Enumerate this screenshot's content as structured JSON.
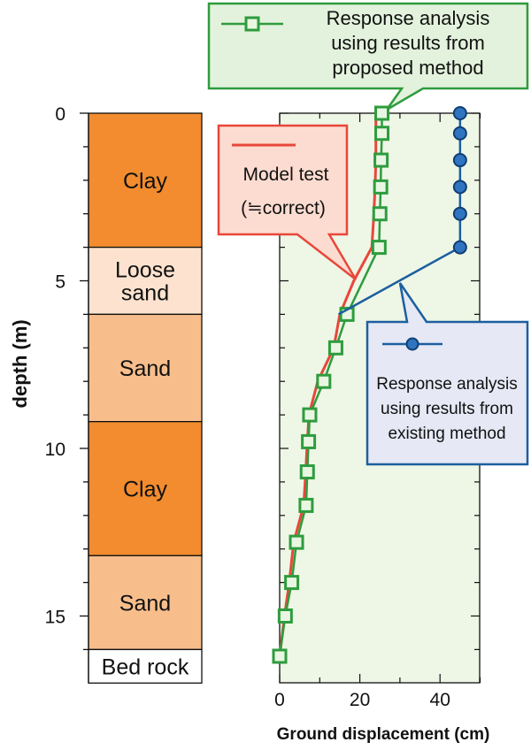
{
  "chart_data": {
    "type": "line",
    "xlabel": "Ground displacement (cm)",
    "ylabel": "depth (m)",
    "xlim": [
      0,
      50
    ],
    "ylim": [
      0,
      17
    ],
    "y_inverted": true,
    "x_ticks": [
      "0",
      "20",
      "40"
    ],
    "y_ticks": [
      "0",
      "5",
      "10",
      "15"
    ],
    "colors": {
      "plot_bg": "#eef6e6",
      "model_test": "#e8473a",
      "proposed": "#2e9c3e",
      "existing": "#1c5fa0",
      "clay": "#f28c2e",
      "sand": "#f7be8c",
      "loose_sand": "#fde3cf",
      "bed_rock": "#ffffff"
    },
    "series": [
      {
        "name": "Model test (≒correct)",
        "key": "model",
        "style": "line",
        "points": [
          [
            24,
            0
          ],
          [
            24,
            0.6
          ],
          [
            24,
            1.4
          ],
          [
            23.8,
            2.2
          ],
          [
            23.5,
            3
          ],
          [
            23,
            4
          ],
          [
            18.5,
            5
          ],
          [
            15,
            6
          ],
          [
            13.5,
            7
          ],
          [
            9.5,
            8
          ],
          [
            7.3,
            9
          ],
          [
            6.9,
            9.8
          ],
          [
            6.5,
            10.7
          ],
          [
            6,
            11.7
          ],
          [
            3.5,
            12.8
          ],
          [
            2.4,
            14
          ],
          [
            1.2,
            15
          ],
          [
            0,
            16.2
          ]
        ]
      },
      {
        "name": "Response analysis using results from proposed method",
        "key": "proposed",
        "style": "line-square",
        "points": [
          [
            25.5,
            0
          ],
          [
            25.5,
            0.6
          ],
          [
            25.3,
            1.4
          ],
          [
            25.2,
            2.2
          ],
          [
            25,
            3
          ],
          [
            24.8,
            4
          ],
          [
            16.8,
            6
          ],
          [
            14,
            7
          ],
          [
            11,
            8
          ],
          [
            7.5,
            9
          ],
          [
            7.2,
            9.8
          ],
          [
            6.9,
            10.7
          ],
          [
            6.6,
            11.7
          ],
          [
            4.2,
            12.8
          ],
          [
            3,
            14
          ],
          [
            1.4,
            15
          ],
          [
            0,
            16.2
          ]
        ]
      },
      {
        "name": "Response analysis using results from existing method",
        "key": "existing",
        "style": "line-circle",
        "points": [
          [
            45,
            0
          ],
          [
            45,
            0.6
          ],
          [
            45,
            1.4
          ],
          [
            45,
            2.2
          ],
          [
            45,
            3
          ],
          [
            45,
            4
          ],
          [
            14.7,
            6
          ]
        ]
      }
    ],
    "soil_layers": [
      {
        "label": "Clay",
        "top": 0,
        "bottom": 4,
        "kind": "clay"
      },
      {
        "label": "Loose sand",
        "top": 4,
        "bottom": 6,
        "kind": "loose_sand"
      },
      {
        "label": "Sand",
        "top": 6,
        "bottom": 9.2,
        "kind": "sand"
      },
      {
        "label": "Clay",
        "top": 9.2,
        "bottom": 13.2,
        "kind": "clay"
      },
      {
        "label": "Sand",
        "top": 13.2,
        "bottom": 16,
        "kind": "sand"
      },
      {
        "label": "Bed rock",
        "top": 16,
        "bottom": 17,
        "kind": "bed_rock"
      }
    ],
    "callouts": {
      "proposed": [
        "Response analysis",
        "using results from",
        "proposed method"
      ],
      "model": [
        "Model test",
        "(≒correct)"
      ],
      "existing": [
        "Response analysis",
        "using results from",
        "existing method"
      ]
    }
  }
}
